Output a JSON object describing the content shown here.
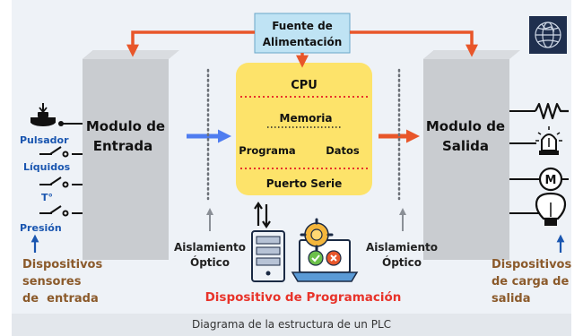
{
  "caption": "Diagrama de la estructura de un PLC",
  "power_supply": {
    "line1": "Fuente de",
    "line2": "Alimentación"
  },
  "input_module": {
    "line1": "Modulo de",
    "line2": "Entrada"
  },
  "output_module": {
    "line1": "Modulo de",
    "line2": "Salida"
  },
  "cpu_block": {
    "cpu": "CPU",
    "memory": "Memoria",
    "program": "Programa",
    "data": "Datos",
    "serial_port": "Puerto Serie"
  },
  "sensors": {
    "pushbutton": "Pulsador",
    "liquids": "Líquidos",
    "temperature": "T°",
    "pressure": "Presión"
  },
  "input_devices_label": {
    "line1": "Dispositivos",
    "line2": "sensores",
    "line3": "de  entrada"
  },
  "output_devices_label": {
    "line1": "Dispositivos",
    "line2": "de carga de",
    "line3": "salida"
  },
  "optical_isolation_left": {
    "line1": "Aislamiento",
    "line2": "Óptico"
  },
  "optical_isolation_right": {
    "line1": "Aislamiento",
    "line2": "Óptico"
  },
  "programming_device": "Dispositivo de Programación",
  "motor_symbol": "M",
  "colors": {
    "orange_arrow": "#e8562a",
    "blue_arrow": "#4f7df0",
    "cpu_yellow": "#fde36a",
    "module_gray": "#c9ccd0",
    "power_box": "#bfe3f4",
    "label_blue": "#1a56b0",
    "label_brown": "#8b5a2b",
    "prog_red": "#e8332a",
    "logo_navy": "#1f2f4e"
  },
  "icons": [
    "pushbutton-icon",
    "switch-icon",
    "resistor-icon",
    "pilot-lamp-icon",
    "motor-icon",
    "bulb-icon",
    "server-icon",
    "laptop-gear-icon",
    "globe-logo-icon"
  ]
}
